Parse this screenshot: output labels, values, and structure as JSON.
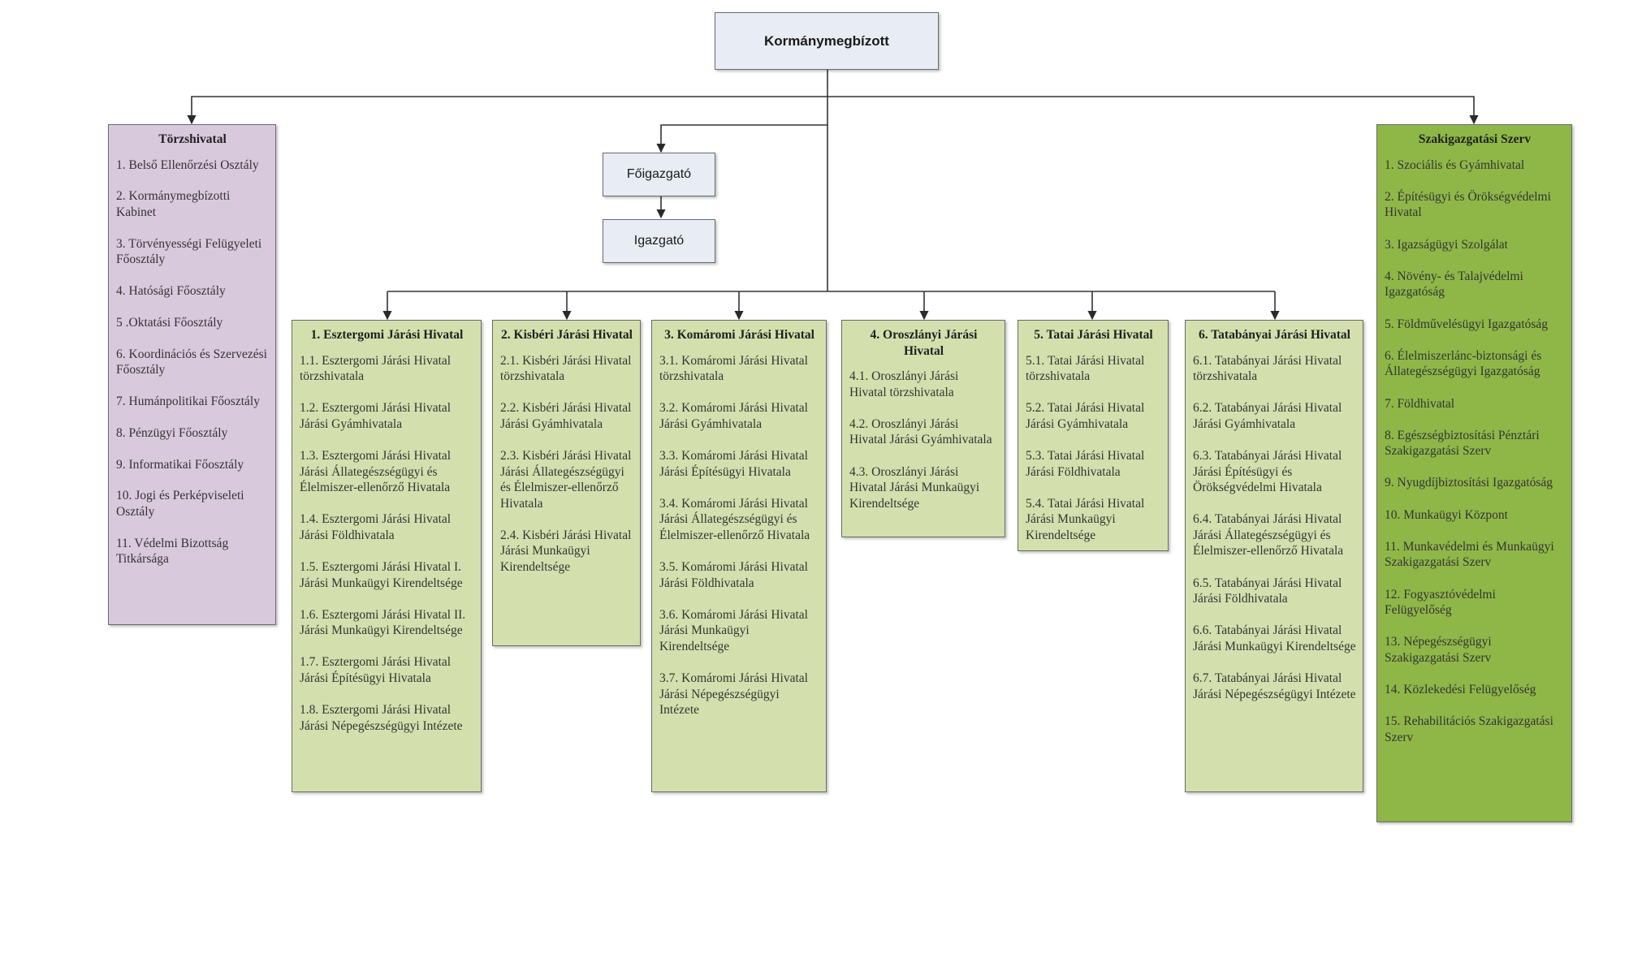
{
  "top": {
    "title": "Kormánymegbízott"
  },
  "mid": {
    "fo": "Főigazgató",
    "ig": "Igazgató"
  },
  "left": {
    "title": "Törzshivatal",
    "items": [
      "1. Belső Ellenőrzési Osztály",
      "2. Kormánymegbízotti Kabinet",
      "3. Törvényességi Felügyeleti Főosztály",
      "4. Hatósági Főosztály",
      "5 .Oktatási Főosztály",
      "6. Koordinációs és Szervezési Főosztály",
      "7. Humánpolitikai Főosztály",
      "8. Pénzügyi Főosztály",
      "9. Informatikai Főosztály",
      "10. Jogi és Perképviseleti Osztály",
      "11. Védelmi Bizottság Titkársága"
    ]
  },
  "right": {
    "title": "Szakigazgatási Szerv",
    "items": [
      "1. Szociális és Gyámhivatal",
      "2. Építésügyi és Örökségvédelmi Hivatal",
      "3. Igazságügyi Szolgálat",
      "4. Növény- és Talajvédelmi Igazgatóság",
      "5. Földművelésügyi Igazgatóság",
      "6. Élelmiszerlánc-biztonsági és Állategészségügyi Igazgatóság",
      "7. Földhivatal",
      "8. Egészségbiztosítási Pénztári Szakigazgatási Szerv",
      "9. Nyugdíjbiztosítási Igazgatóság",
      "10. Munkaügyi Központ",
      "11. Munkavédelmi és Munkaügyi Szakigazgatási Szerv",
      "12. Fogyasztóvédelmi Felügyelőség",
      "13. Népegészségügyi Szakigazgatási Szerv",
      "14. Közlekedési Felügyelőség",
      "15. Rehabilitációs Szakigazgatási Szerv"
    ]
  },
  "offices": [
    {
      "title": "1. Esztergomi Járási Hivatal",
      "items": [
        "1.1. Esztergomi Járási Hivatal törzshivatala",
        "1.2. Esztergomi Járási Hivatal Járási Gyámhivatala",
        "1.3. Esztergomi Járási Hivatal Járási Állategészségügyi és Élelmiszer-ellenőrző Hivatala",
        "1.4. Esztergomi Járási Hivatal Járási Földhivatala",
        "1.5. Esztergomi Járási Hivatal I. Járási Munkaügyi Kirendeltsége",
        "1.6. Esztergomi Járási Hivatal II. Járási Munkaügyi Kirendeltsége",
        "1.7. Esztergomi Járási Hivatal Járási Építésügyi Hivatala",
        "1.8. Esztergomi Járási Hivatal Járási Népegészségügyi Intézete"
      ]
    },
    {
      "title": "2. Kisbéri Járási Hivatal",
      "items": [
        "2.1. Kisbéri Járási Hivatal törzshivatala",
        "2.2. Kisbéri Járási Hivatal Járási Gyámhivatala",
        "2.3. Kisbéri Járási Hivatal Járási Állategészségügyi és Élelmiszer-ellenőrző Hivatala",
        "2.4. Kisbéri Járási Hivatal Járási Munkaügyi Kirendeltsége"
      ]
    },
    {
      "title": "3. Komáromi Járási Hivatal",
      "items": [
        "3.1. Komáromi Járási Hivatal törzshivatala",
        "3.2. Komáromi Járási Hivatal Járási  Gyámhivatala",
        "3.3. Komáromi Járási Hivatal Járási Építésügyi Hivatala",
        "3.4. Komáromi Járási Hivatal Járási Állategészségügyi és Élelmiszer-ellenőrző Hivatala",
        "3.5. Komáromi Járási Hivatal Járási Földhivatala",
        "3.6. Komáromi Járási Hivatal Járási Munkaügyi Kirendeltsége",
        "3.7. Komáromi Járási Hivatal Járási Népegészségügyi Intézete"
      ]
    },
    {
      "title": "4. Oroszlányi Járási Hivatal",
      "items": [
        "4.1. Oroszlányi Járási Hivatal törzshivatala",
        "4.2. Oroszlányi Járási Hivatal Járási Gyámhivatala",
        "4.3. Oroszlányi Járási Hivatal Járási Munkaügyi Kirendeltsége"
      ]
    },
    {
      "title": "5. Tatai Járási Hivatal",
      "items": [
        "5.1. Tatai Járási Hivatal törzshivatala",
        "5.2. Tatai Járási Hivatal Járási Gyámhivatala",
        "5.3. Tatai Járási Hivatal Járási Földhivatala",
        "5.4. Tatai Járási Hivatal Járási Munkaügyi Kirendeltsége"
      ]
    },
    {
      "title": "6. Tatabányai Járási Hivatal",
      "items": [
        "6.1. Tatabányai Járási Hivatal törzshivatala",
        "6.2. Tatabányai Járási Hivatal Járási Gyámhivatala",
        "6.3. Tatabányai Járási Hivatal Járási Építésügyi és Örökségvédelmi Hivatala",
        "6.4. Tatabányai Járási Hivatal Járási Állategészségügyi és Élelmiszer-ellenőrző Hivatala",
        "6.5. Tatabányai Járási Hivatal Járási Földhivatala",
        "6.6. Tatabányai Járási Hivatal Járási Munkaügyi Kirendeltsége",
        "6.7. Tatabányai Járási Hivatal Járási Népegészségügyi Intézete"
      ]
    }
  ],
  "colors": {
    "top_box": "#e8ecf4",
    "left_box": "#d9c9dd",
    "office_box": "#d3e0ad",
    "right_box": "#8fb748",
    "connector": "#333333"
  }
}
